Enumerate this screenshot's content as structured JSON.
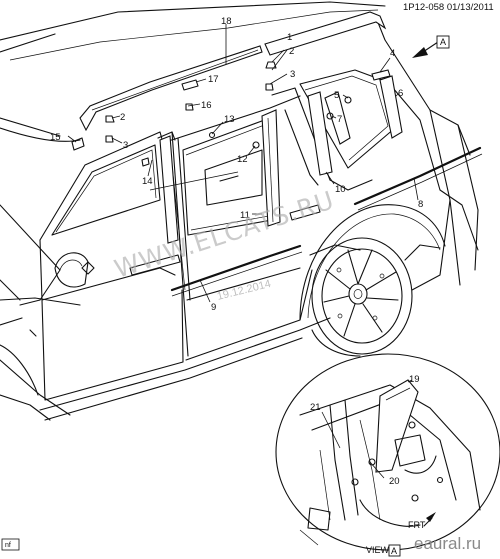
{
  "header": {
    "code": "1P12-058",
    "date": "01/13/2011"
  },
  "watermark": {
    "site": "WWW.ELCATS.RU",
    "date": "19.12.2014",
    "corner": "eaural.ru"
  },
  "markers": {
    "view_arrow": "A",
    "front_arrow": "FRT",
    "view_label": "VIEW",
    "corner_tag": "nf"
  },
  "callouts": [
    "1",
    "2",
    "2",
    "3",
    "3",
    "4",
    "5",
    "6",
    "7",
    "8",
    "9",
    "10",
    "11",
    "12",
    "13",
    "14",
    "15",
    "16",
    "17",
    "18",
    "19",
    "20",
    "21"
  ]
}
